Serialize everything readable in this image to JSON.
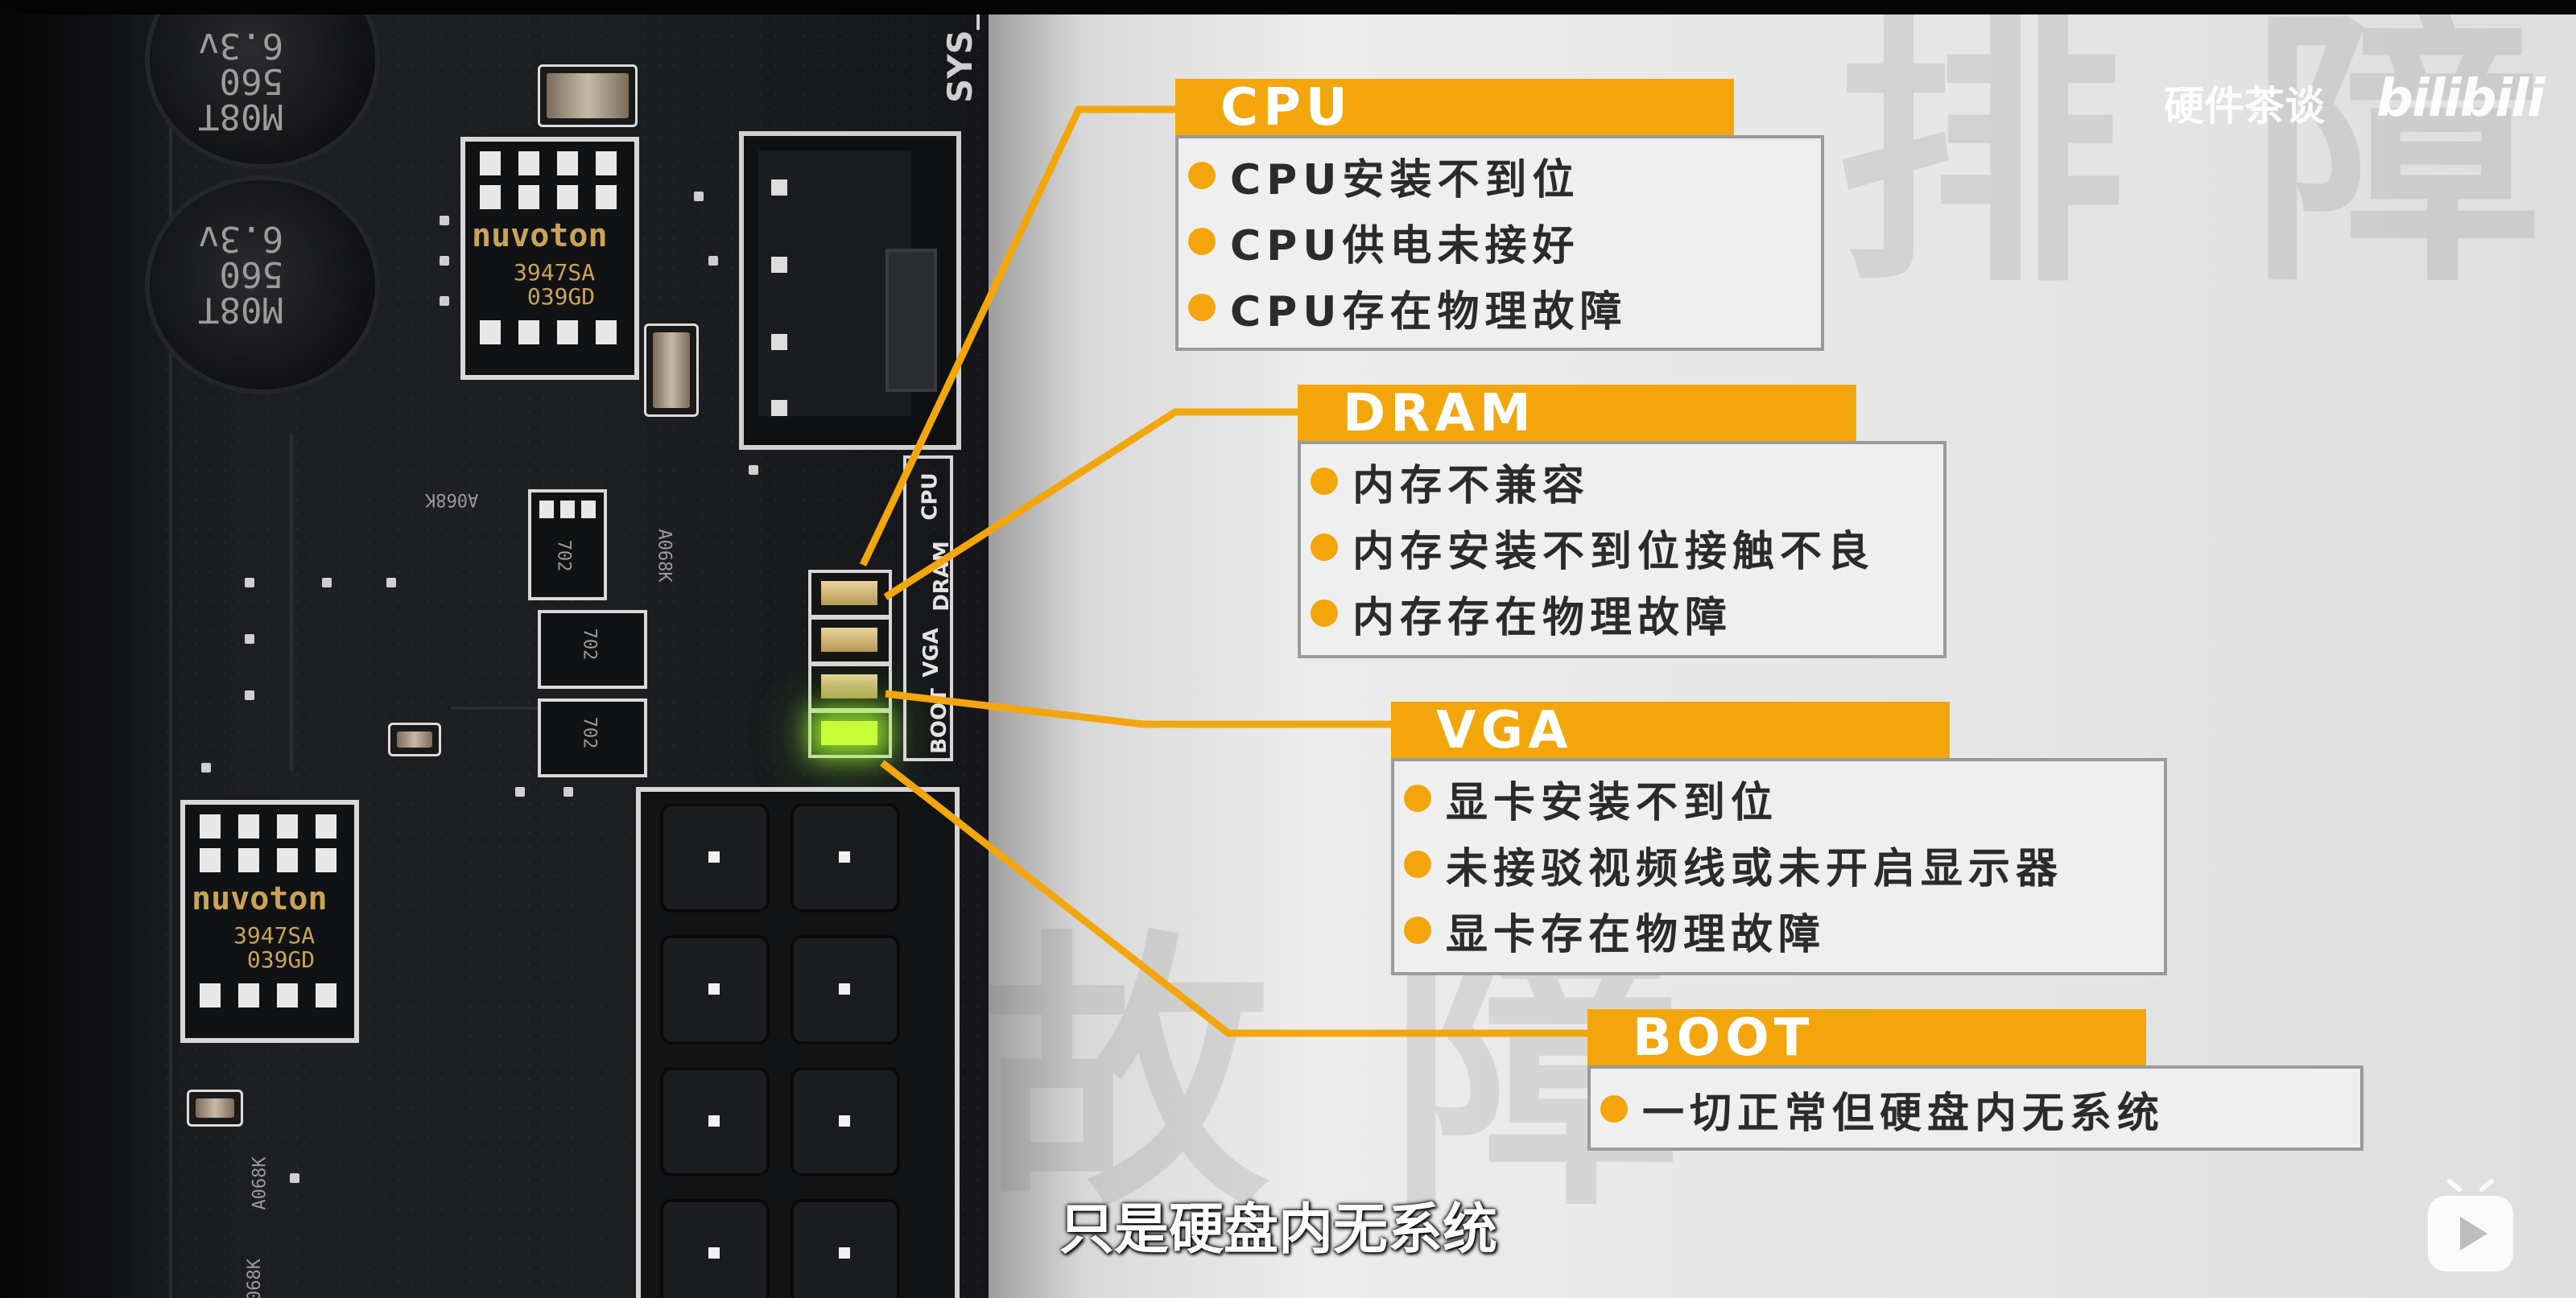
{
  "watermark": {
    "channel": "硬件茶谈",
    "logo": "bilibili"
  },
  "background_glyphs": [
    "排",
    "障",
    "故",
    "障"
  ],
  "board": {
    "silk_sys": "SYS_",
    "cap_labels": [
      "M08T\n560\n6.3v",
      "M08T\n560\n6.3v"
    ],
    "chips": [
      {
        "brand": "nuvoton",
        "code": "3947SA\n039GD"
      },
      {
        "brand": "nuvoton",
        "code": "3947SA\n039GD"
      }
    ],
    "small_markings": [
      "A068K",
      "A068K",
      "702",
      "702",
      "702",
      "A068K",
      "068K"
    ],
    "debug_leds": {
      "labels": [
        "CPU",
        "DRAM",
        "VGA",
        "BOOT"
      ],
      "lit": "BOOT"
    }
  },
  "cards": [
    {
      "id": "cpu",
      "title": "CPU",
      "items": [
        "CPU安装不到位",
        "CPU供电未接好",
        "CPU存在物理故障"
      ]
    },
    {
      "id": "dram",
      "title": "DRAM",
      "items": [
        "内存不兼容",
        "内存安装不到位接触不良",
        "内存存在物理故障"
      ]
    },
    {
      "id": "vga",
      "title": "VGA",
      "items": [
        "显卡安装不到位",
        "未接驳视频线或未开启显示器",
        "显卡存在物理故障"
      ]
    },
    {
      "id": "boot",
      "title": "BOOT",
      "items": [
        "一切正常但硬盘内无系统"
      ]
    }
  ],
  "subtitle": "只是硬盘内无系统",
  "colors": {
    "accent": "#f2a60c",
    "led_on": "#c8ff3a",
    "card_bg": "#efefef"
  },
  "icons": [
    "play-icon"
  ]
}
